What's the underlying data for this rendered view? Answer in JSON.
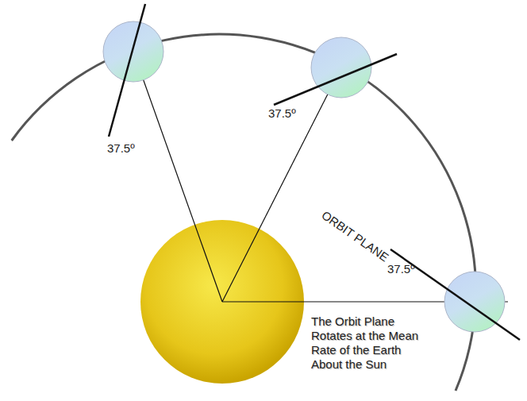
{
  "diagram": {
    "labels": [
      "37.5º",
      "37.5º",
      "ORBIT PLANE",
      "37.5º",
      "The Orbit Plane Rotates at the Mean Rate of the Earth About the Sun"
    ]
  }
}
